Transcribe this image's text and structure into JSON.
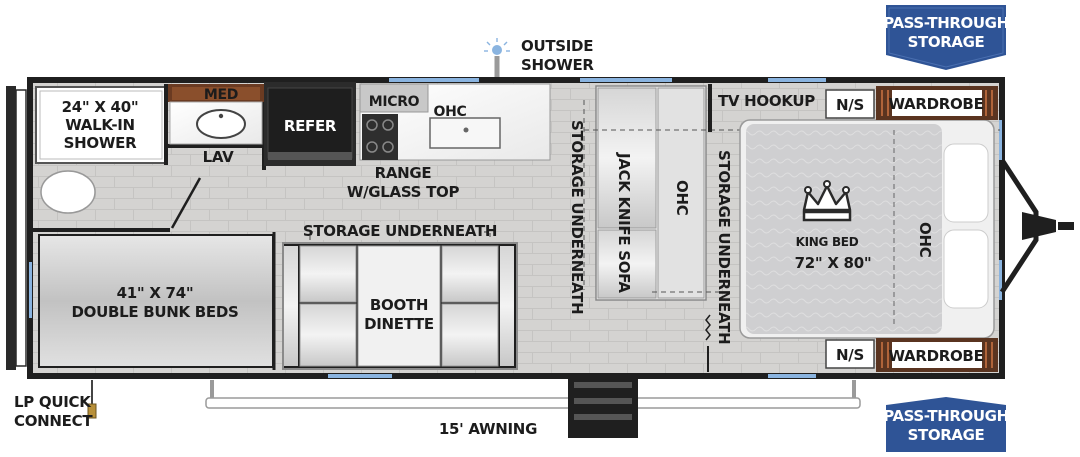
{
  "badges": {
    "top": [
      "PASS-THROUGH",
      "STORAGE"
    ],
    "bottom": [
      "PASS-THROUGH",
      "STORAGE"
    ]
  },
  "exterior": {
    "outside_shower": [
      "OUTSIDE",
      "SHOWER"
    ],
    "lp_quick_connect": [
      "LP QUICK",
      "CONNECT"
    ],
    "awning": "15' AWNING"
  },
  "rooms": {
    "shower": [
      "24\" X 40\"",
      "WALK-IN",
      "SHOWER"
    ],
    "med": "MED",
    "lav": "LAV",
    "refer": "REFER",
    "micro": "MICRO",
    "ohc_kitchen": "OHC",
    "range": [
      "RANGE",
      "W/GLASS TOP"
    ],
    "bunks": [
      "41\" X 74\"",
      "DOUBLE BUNK BEDS"
    ],
    "storage_underneath_dinette": "STORAGE UNDERNEATH",
    "booth_dinette": [
      "BOOTH",
      "DINETTE"
    ],
    "storage_underneath_sofa": "STORAGE UNDERNEATH",
    "jack_knife_sofa": "JACK KNIFE SOFA",
    "ohc_sofa": "OHC",
    "tv_hookup": "TV HOOKUP",
    "storage_underneath_bed": "STORAGE UNDERNEATH",
    "king_bed": "KING BED",
    "bed_size": "72\" X 80\"",
    "ohc_bed": "OHC",
    "ns_top": "N/S",
    "wardrobe_top": "WARDROBE",
    "ns_bottom": "N/S",
    "wardrobe_bottom": "WARDROBE"
  },
  "colors": {
    "floor": "#d2d1cf",
    "wall": "#1f1f1f",
    "badge": "#2f5496",
    "window": "#8ab4e0"
  }
}
